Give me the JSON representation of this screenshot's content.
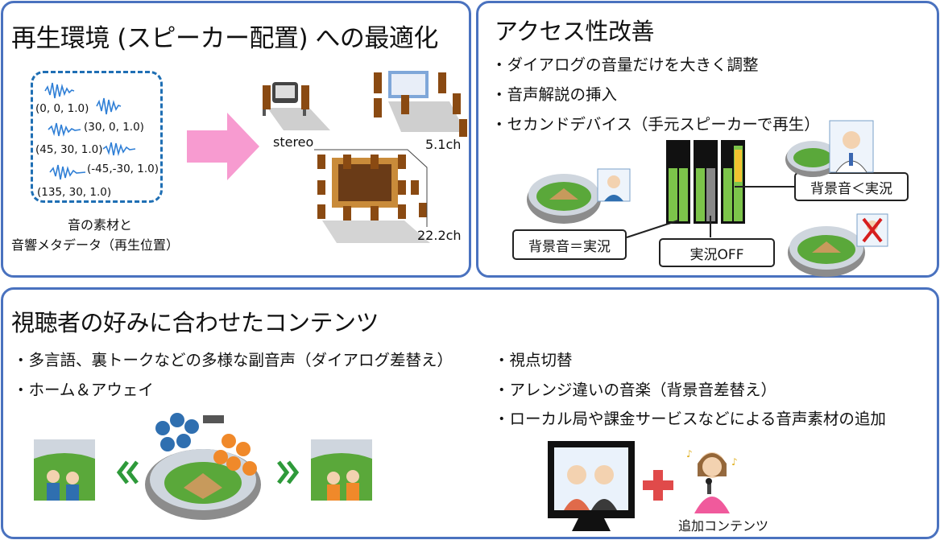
{
  "panel_top_left": {
    "title": "再生環境 (スピーカー配置) への最適化",
    "meta_coords": [
      "(0, 0, 1.0)",
      "(30, 0, 1.0)",
      "(45, 30, 1.0)",
      "(-45,-30, 1.0)",
      "(135, 30, 1.0)"
    ],
    "caption_line1": "音の素材と",
    "caption_line2": "音響メタデータ（再生位置）",
    "layout_labels": [
      "stereo",
      "5.1ch",
      "22.2ch"
    ]
  },
  "panel_top_right": {
    "title": "アクセス性改善",
    "bullets": [
      "・ダイアログの音量だけを大きく調整",
      "・音声解説の挿入",
      "・セカンドデバイス（手元スピーカーで再生）"
    ],
    "callouts": [
      "背景音＝実況",
      "実況OFF",
      "背景音＜実況"
    ]
  },
  "panel_bottom": {
    "title": "視聴者の好みに合わせたコンテンツ",
    "left_bullets": [
      "・多言語、裏トークなどの多様な副音声（ダイアログ差替え）",
      "・ホーム＆アウェイ"
    ],
    "right_bullets": [
      "・視点切替",
      "・アレンジ違いの音楽（背景音差替え）",
      "・ローカル局や課金サービスなどによる音声素材の追加"
    ],
    "added_content_label": "追加コンテンツ"
  },
  "colors": {
    "panel_border": "#4a72bf",
    "arrow_pink": "#f79bd0",
    "meter_green": "#7cc44a",
    "chevron_green": "#2e9a3a",
    "plus_red": "#e04a4a"
  }
}
